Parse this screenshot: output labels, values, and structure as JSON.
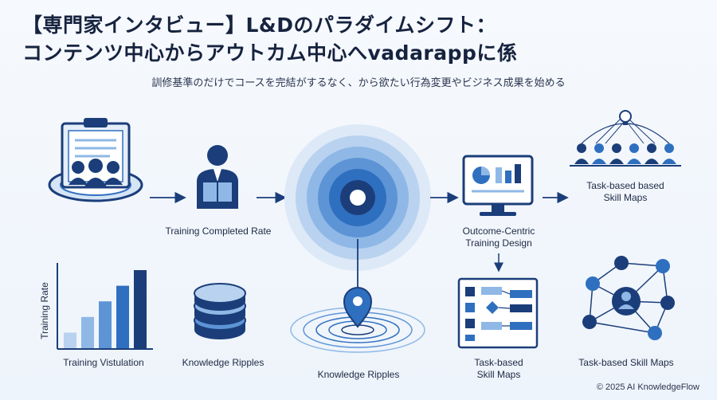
{
  "header": {
    "title_line1": "【専門家インタビュー】L&Dのパラダイムシフト：",
    "title_line2": "コンテンツ中心からアウトカム中心へvadarappに係",
    "subtitle": "訓修基準のだけでコースを完結がするなく、から欲たい行為変更やビジネス成果を始める"
  },
  "top_row": {
    "training_completed": "Training Completed Rate",
    "outcome_centric": "Outcome-Centric Training Design",
    "task_based_top": "Task-based based Skill Maps"
  },
  "bottom_row": {
    "chart_ylabel": "Training Rate",
    "training_visualation": "Training Vistulation",
    "knowledge_ripples_left": "Knowledge Ripples",
    "knowledge_ripples_center": "Knowledge Ripples",
    "task_based_skill_maps_mid": "Task-based Skill Maps",
    "task_based_skill_maps_right": "Task-based Skill Maps"
  },
  "footer": {
    "copyright": "© 2025 AI KnowledgeFlow"
  },
  "chart_data": {
    "type": "bar",
    "ylabel": "Training Rate",
    "values": [
      1,
      2,
      3,
      4,
      5
    ]
  },
  "colors": {
    "navy": "#1b3e7a",
    "blue": "#2f6fbf",
    "light_blue": "#8fb8e6",
    "pale_blue": "#d5e5f6"
  },
  "icons": {
    "clipboard": "clipboard-meeting-icon",
    "reader": "person-reading-icon",
    "target": "concentric-target-icon",
    "monitor": "dashboard-monitor-icon",
    "team": "team-idea-icon",
    "layers": "stacked-layers-icon",
    "pin": "location-pin-ripple-icon",
    "flow": "flowchart-icon",
    "network": "people-network-icon"
  }
}
